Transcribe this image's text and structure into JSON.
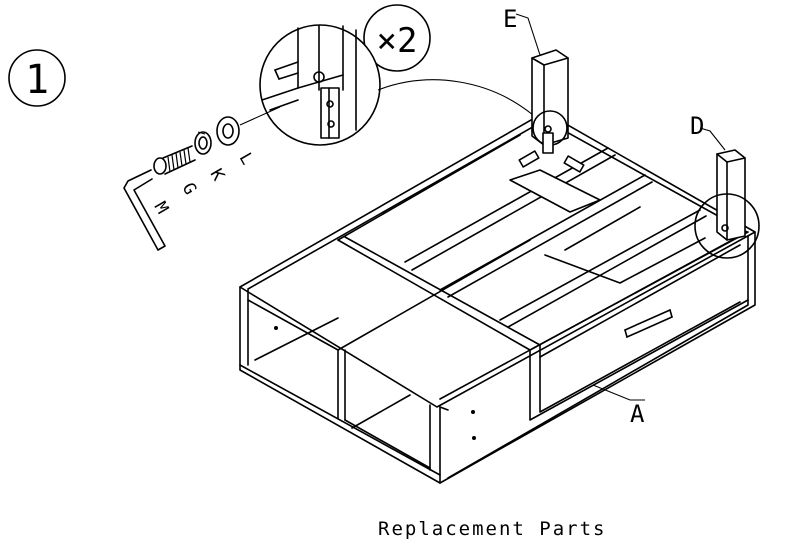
{
  "step": {
    "number": "1"
  },
  "quantity": {
    "label": "×2"
  },
  "part_labels": {
    "E": "E",
    "D": "D",
    "A": "A",
    "L": "L",
    "K": "K",
    "G": "G",
    "M": "M"
  },
  "caption": "Replacement Parts"
}
